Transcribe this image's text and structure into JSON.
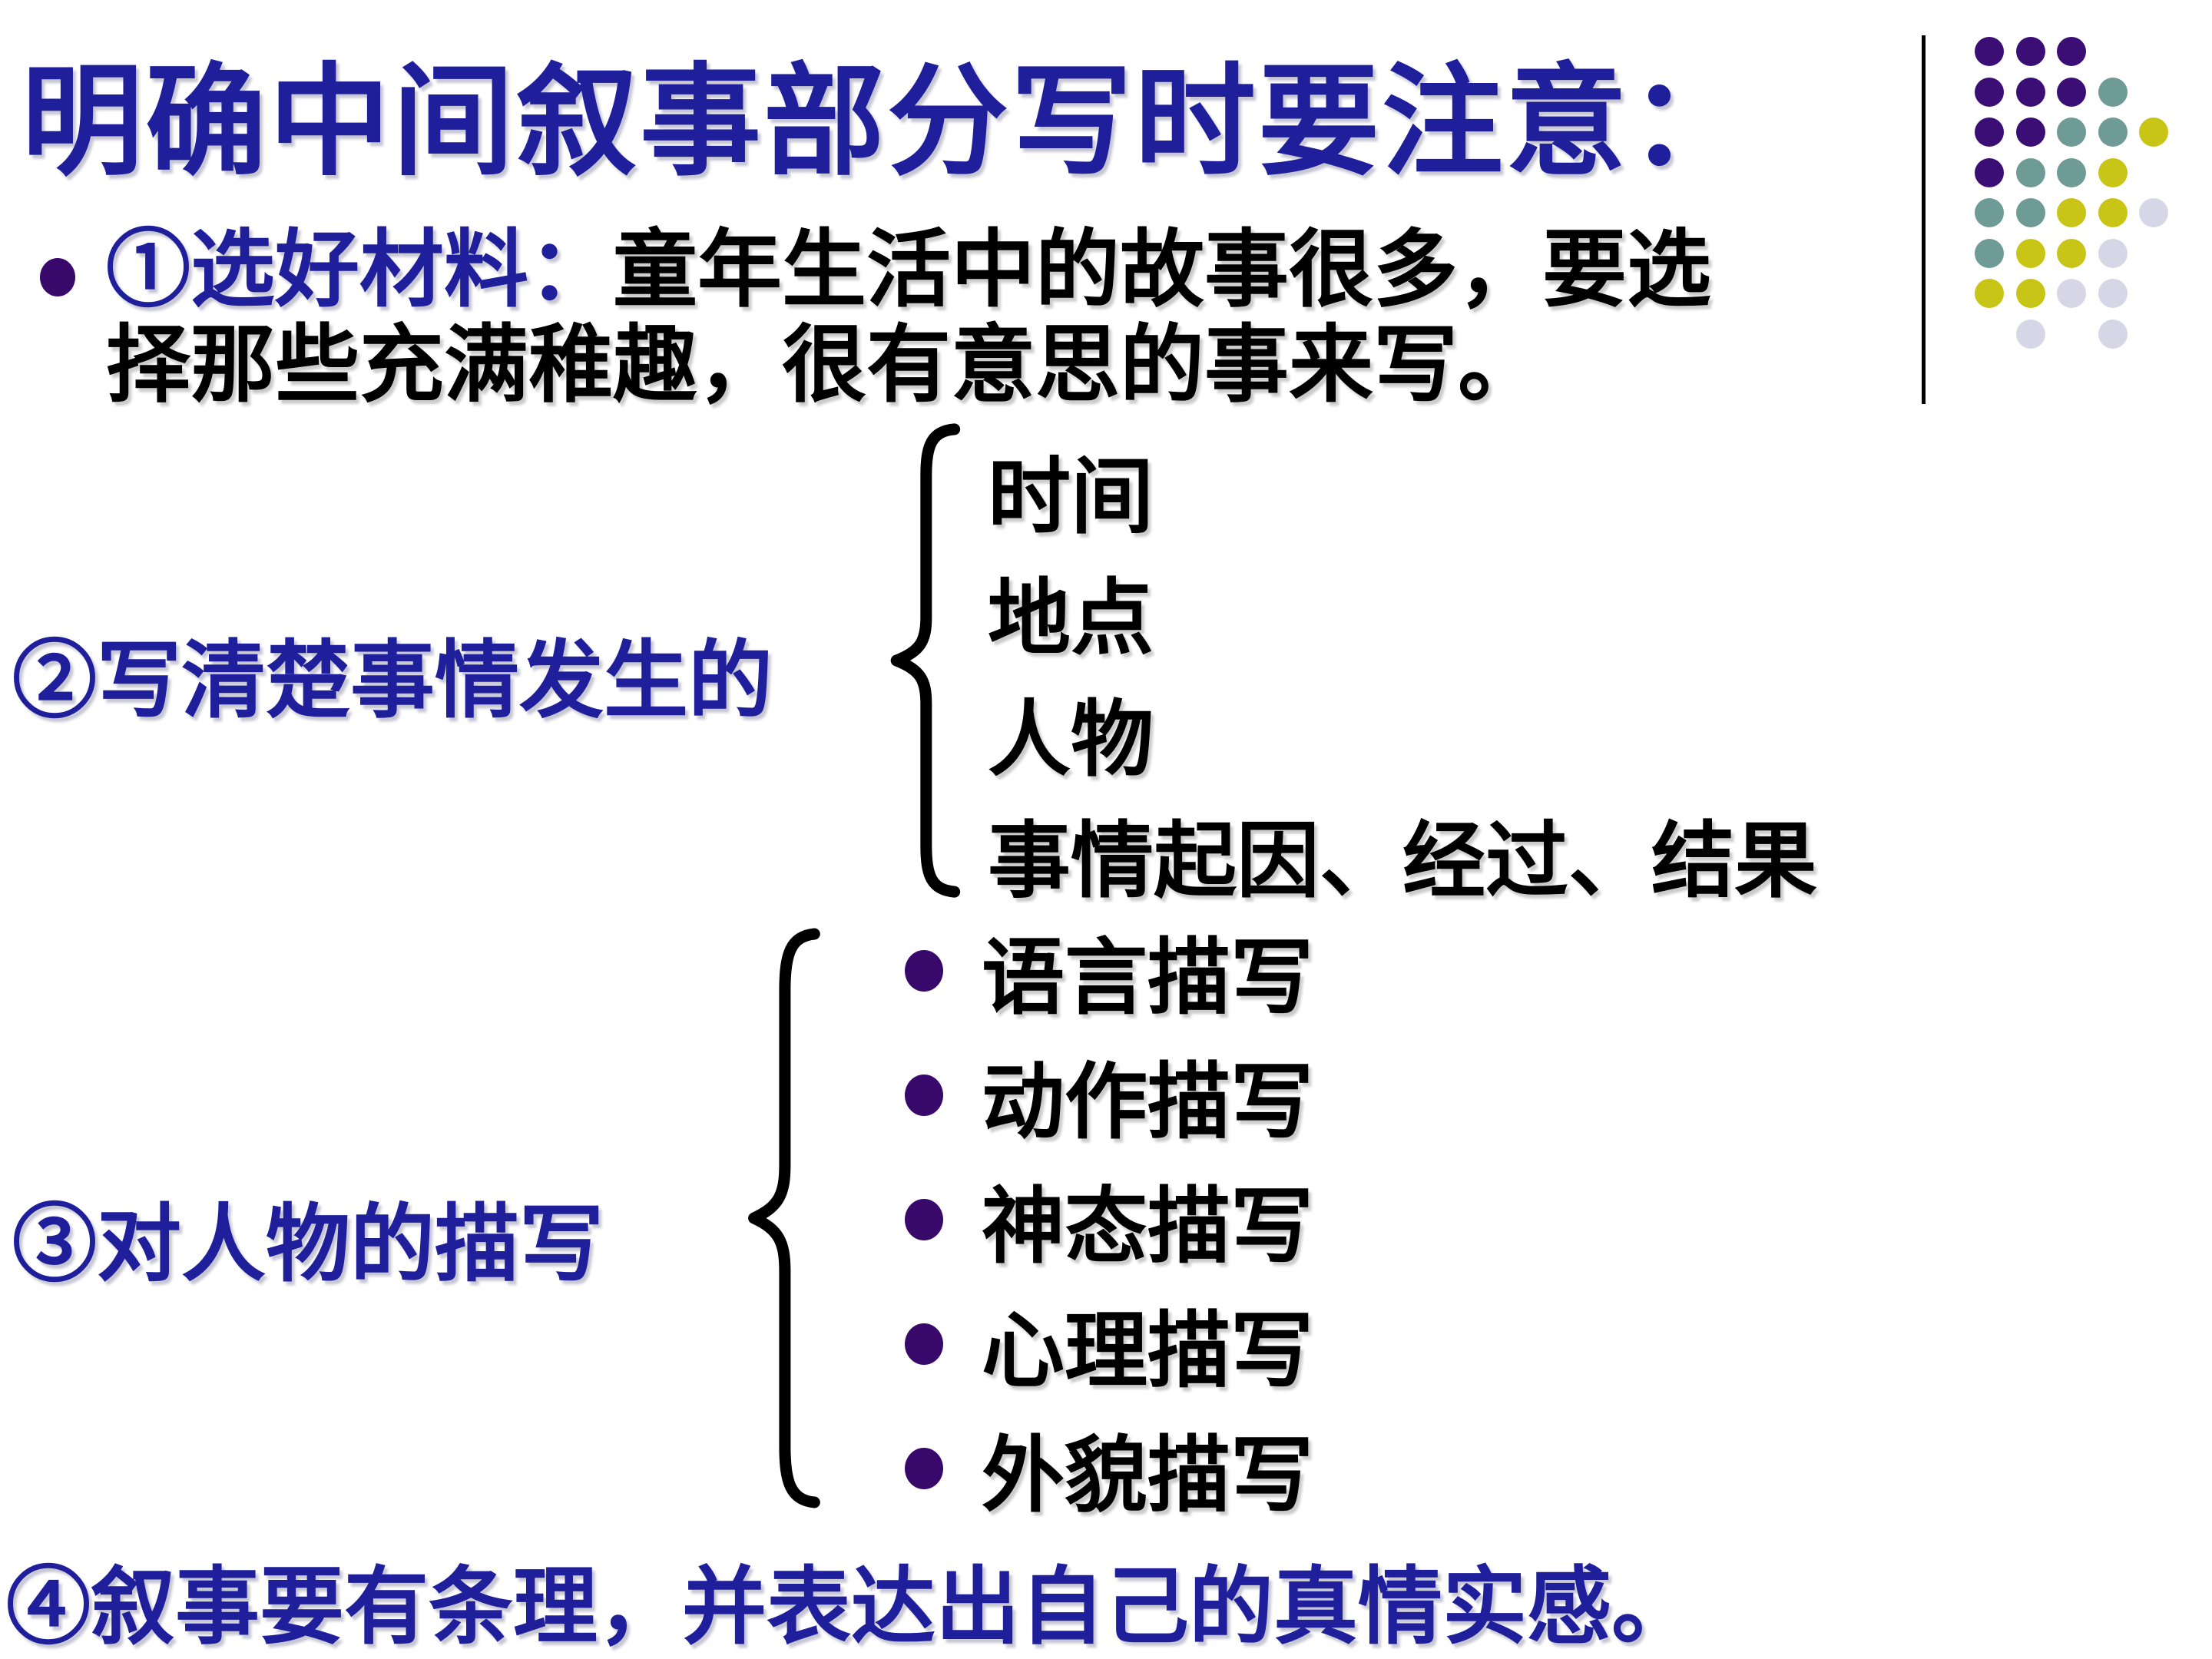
{
  "slide": {
    "title": "明确中间叙事部分写时要注意：",
    "accent_color": "#1F1F9C",
    "text_color": "#000000",
    "bullet_color": "#38096B",
    "background_color": "#FFFFFF"
  },
  "point1": {
    "label": "①选好材料：",
    "text_line1": "童年生活中的故事很多，要选",
    "text_line2": "择那些充满稚趣，很有意思的事来写。"
  },
  "point2": {
    "label": "②写清楚事情发生的",
    "items": [
      "时间",
      "地点",
      "人物",
      "事情起因、经过、结果"
    ]
  },
  "point3": {
    "label": "③对人物的描写",
    "items": [
      "语言描写",
      "动作描写",
      "神态描写",
      "心理描写",
      "外貌描写"
    ]
  },
  "point4": {
    "text": "④叙事要有条理，并表达出自己的真情实感。"
  },
  "decoration": {
    "colors": {
      "P": "#3A0E75",
      "T": "#6F9B96",
      "Y": "#C9C516",
      "L": "#D6D6E6"
    },
    "rows": [
      [
        "P",
        "P",
        "P",
        "",
        ""
      ],
      [
        "P",
        "P",
        "P",
        "T",
        ""
      ],
      [
        "P",
        "P",
        "T",
        "T",
        "Y"
      ],
      [
        "P",
        "T",
        "T",
        "Y",
        ""
      ],
      [
        "T",
        "T",
        "Y",
        "Y",
        "L"
      ],
      [
        "T",
        "Y",
        "Y",
        "L",
        ""
      ],
      [
        "Y",
        "Y",
        "L",
        "L",
        ""
      ],
      [
        "",
        "L",
        "",
        "L",
        ""
      ]
    ]
  }
}
